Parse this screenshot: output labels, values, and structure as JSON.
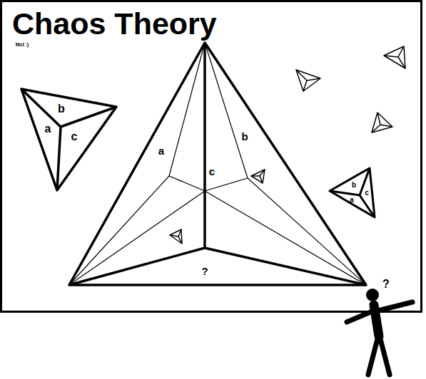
{
  "diagram": {
    "title": "Chaos Theory",
    "labels": [
      "Mct :)",
      "b",
      "a",
      "c",
      "a",
      "b",
      "c",
      "b",
      "c",
      "a",
      "?",
      "?"
    ]
  }
}
